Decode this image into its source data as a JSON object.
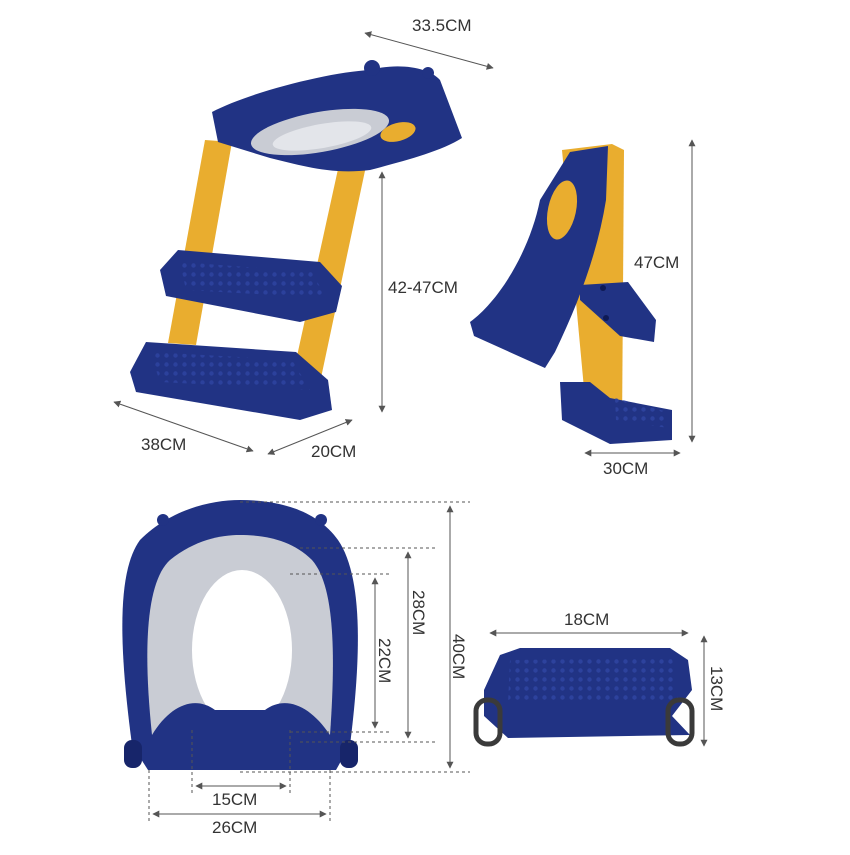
{
  "dimensions": {
    "ladder_width": "33.5CM",
    "ladder_height": "42-47CM",
    "base_width": "38CM",
    "base_depth": "20CM",
    "side_height": "47CM",
    "side_depth": "30CM",
    "seat_inner_length": "28CM",
    "seat_hole_length": "22CM",
    "seat_outer_length": "40CM",
    "seat_hole_width": "15CM",
    "seat_outer_width": "26CM",
    "step_width": "18CM",
    "step_depth": "13CM"
  },
  "colors": {
    "navy": "#213384",
    "navy_dark": "#17256a",
    "yellow": "#e9ad2f",
    "grey": "#c9ccd4",
    "line": "#555555"
  }
}
